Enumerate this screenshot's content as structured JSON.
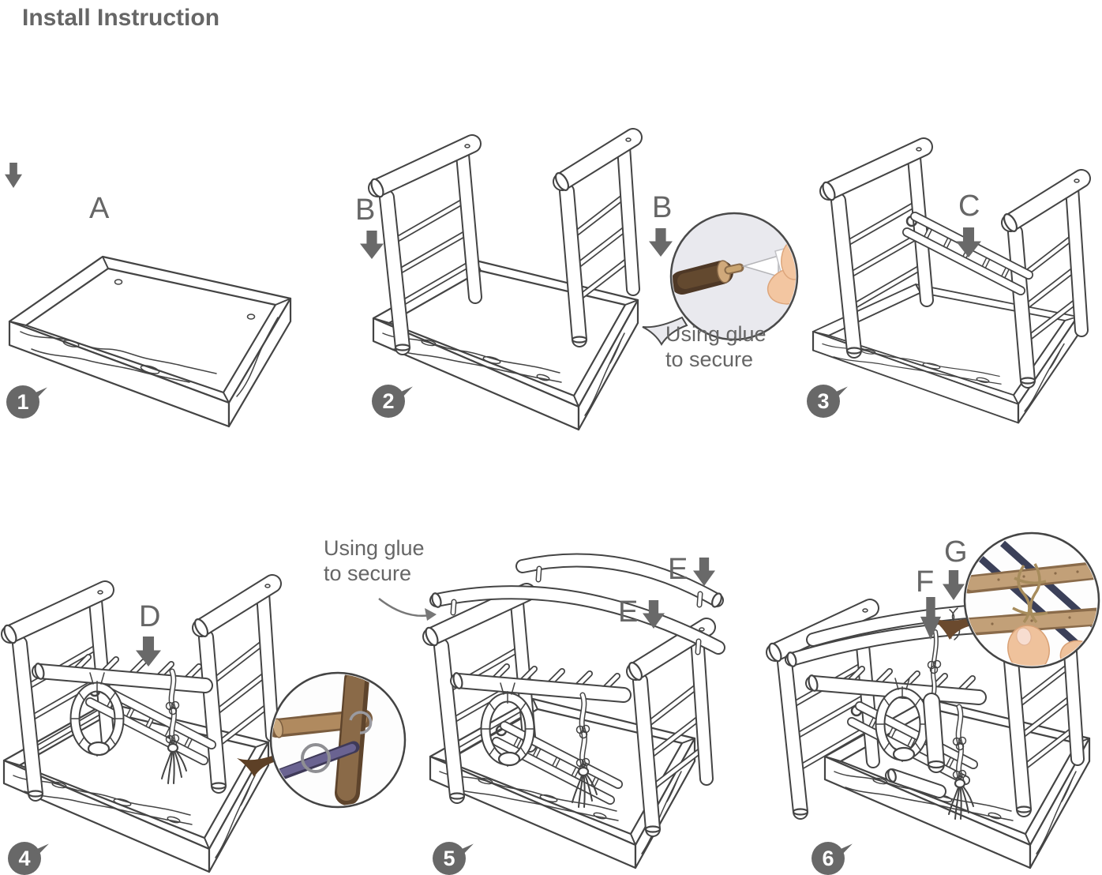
{
  "title": "Install Instruction",
  "steps": [
    {
      "number": "1",
      "parts": [
        "A"
      ]
    },
    {
      "number": "2",
      "parts": [
        "B",
        "B"
      ],
      "note": [
        "Using glue",
        "to secure"
      ]
    },
    {
      "number": "3",
      "parts": [
        "C"
      ]
    },
    {
      "number": "4",
      "parts": [
        "D"
      ]
    },
    {
      "number": "5",
      "parts": [
        "E",
        "E"
      ],
      "note": [
        "Using glue",
        "to secure"
      ]
    },
    {
      "number": "6",
      "parts": [
        "F",
        "G"
      ]
    }
  ],
  "icons": [
    "down-arrow-icon",
    "curved-arrow-icon",
    "speech-badge"
  ],
  "insets": [
    "glue-bottle-detail",
    "metal-hook-detail",
    "rope-tie-detail"
  ],
  "colors": {
    "text": "#666666",
    "line": "#444444",
    "arrow": "#696969",
    "badge": "#686868",
    "inset_bg": "#e9e9ee",
    "wood_dark": "#5d4026",
    "wood_tan": "#c2a078",
    "rope": "#a78c5c",
    "skin": "#f0c29e",
    "purple_rod": "#6a6391",
    "navy_rod": "#3b4059"
  }
}
